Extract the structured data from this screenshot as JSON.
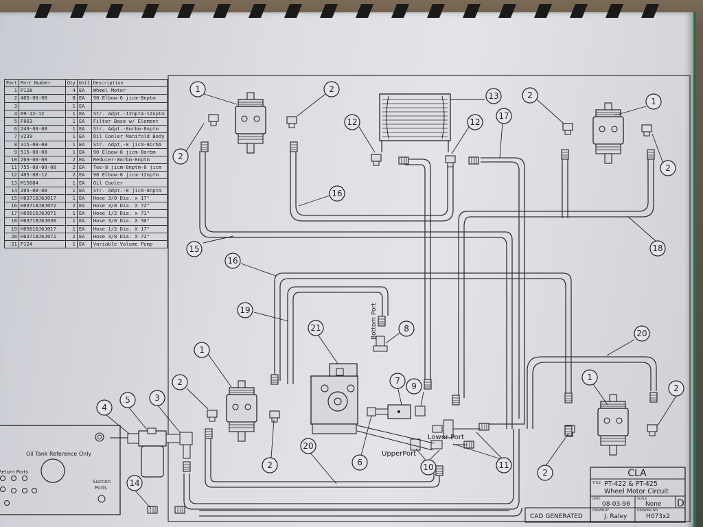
{
  "bom": {
    "headers": [
      "Part",
      "Part Number",
      "Qty",
      "Unit",
      "Description"
    ],
    "rows": [
      [
        "1",
        "P128",
        "4",
        "EA",
        "Wheel Motor"
      ],
      [
        "2",
        "405-06-08",
        "8",
        "EA",
        "90 Elbow-6 jicm-8nptm"
      ],
      [
        "3",
        "",
        "1",
        "EA",
        ""
      ],
      [
        "4",
        "69-12-12",
        "1",
        "EA",
        "Str. Adpt.-12nptm-12nptm"
      ],
      [
        "5",
        "F063",
        "1",
        "EA",
        "Filter Base w/ Element"
      ],
      [
        "6",
        "249-08-08",
        "1",
        "EA",
        "Str. Adpt.-8orbm-8nptm"
      ],
      [
        "7",
        "V239",
        "1",
        "EA",
        "Oil Cooler Manifold Body"
      ],
      [
        "8",
        "315-08-08",
        "1",
        "EA",
        "Str. Adpt.-8 jicm-8orbm"
      ],
      [
        "9",
        "515-08-08",
        "1",
        "EA",
        "90 Elbow-8 jicm-8orbm"
      ],
      [
        "10",
        "269-08-08",
        "2",
        "EA",
        "Reducer-8orbm-8nptm"
      ],
      [
        "11",
        "755-08-08-08",
        "2",
        "EA",
        "Tee-8 jicm-8nptm-8 jicm"
      ],
      [
        "12",
        "405-08-12",
        "2",
        "EA",
        "90 Elbow-8 jicm-12nptm"
      ],
      [
        "13",
        "M15084",
        "1",
        "EA",
        "Oil Cooler"
      ],
      [
        "14",
        "205-08-08",
        "1",
        "EA",
        "Str. Adpt.-8 jicm-8nptm"
      ],
      [
        "15",
        "H03718J6J017",
        "1",
        "EA",
        "Hose 3/8 Dia. x 17\""
      ],
      [
        "16",
        "H03718J8J072",
        "2",
        "EA",
        "Hose 3/8 Dia. X 72\""
      ],
      [
        "17",
        "H05016J6J071",
        "1",
        "EA",
        "Hose 1/2 Dia. x 71\""
      ],
      [
        "18",
        "H03718J6J030",
        "1",
        "EA",
        "Hose 3/8 Dia. X 30\""
      ],
      [
        "19",
        "H05016J6J017",
        "1",
        "EA",
        "Hose 1/2 Dia. X 17\""
      ],
      [
        "20",
        "H03718J6J072",
        "2",
        "EA",
        "Hose 3/8 Dia. X 72\""
      ],
      [
        "21",
        "P124",
        "1",
        "EA",
        "Variable Volume Pump"
      ]
    ]
  },
  "labels": {
    "bottom_port": "Bottom Port",
    "lower_port": "Lower Port",
    "upper_port": "UpperPort",
    "oil_tank": "Oil Tank Reference Only",
    "return_ports": "Return Ports",
    "suction_ports_1": "Suction",
    "suction_ports_2": "Ports"
  },
  "title_block": {
    "company": "CLA",
    "title_tag": "TITLE",
    "title_line1": "PT-422 & PT-425",
    "title_line2": "Wheel Motor Circuit",
    "date_tag": "DATE",
    "date": "08-03-98",
    "scale_tag": "SCALE",
    "scale": "None",
    "rev": "D",
    "drawn_tag": "DRAWN BY",
    "drawn_by": "J. Raley",
    "dwg_tag": "DRAWING NO.",
    "drawing_no": "H073x2",
    "cad": "CAD GENERATED"
  },
  "balloons": [
    "1",
    "2",
    "2",
    "1",
    "2",
    "2",
    "1",
    "2",
    "2",
    "1",
    "2",
    "2",
    "3",
    "4",
    "5",
    "6",
    "7",
    "8",
    "9",
    "10",
    "11",
    "12",
    "12",
    "13",
    "14",
    "15",
    "16",
    "16",
    "17",
    "18",
    "19",
    "20",
    "20",
    "21"
  ],
  "colors": {
    "paper": "#dcdde2",
    "ink": "#222222",
    "binding": "#2e6b4a"
  }
}
